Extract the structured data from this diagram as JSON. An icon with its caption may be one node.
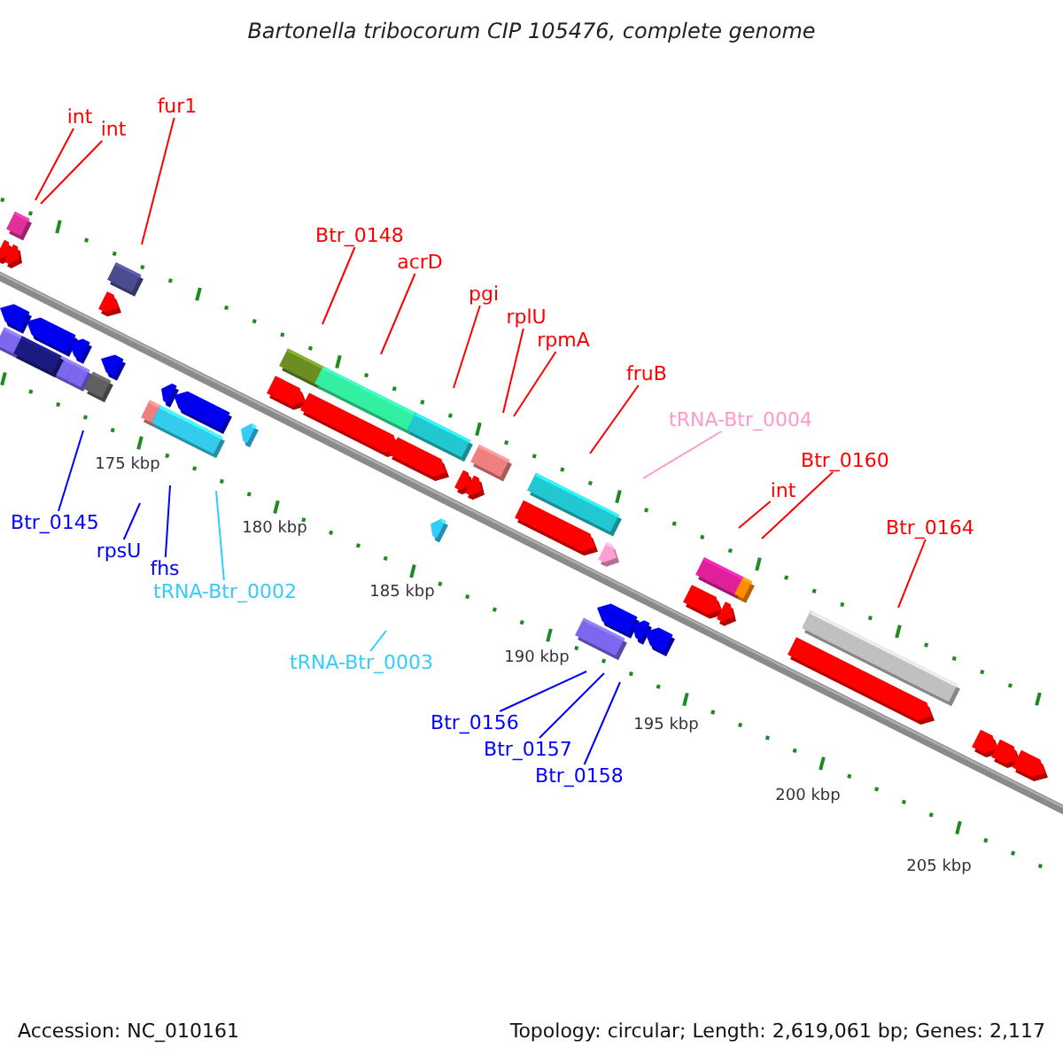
{
  "diagram": {
    "title": "Bartonella tribocorum CIP 105476, complete genome",
    "nodes": [
      {
        "text": [
          "int"
        ]
      },
      {
        "text": [
          "int"
        ]
      },
      {
        "text": [
          "fur1"
        ]
      },
      {
        "text": [
          "Btr_0148"
        ]
      },
      {
        "text": [
          "acrD"
        ]
      },
      {
        "text": [
          "pgi"
        ]
      },
      {
        "text": [
          "rplU"
        ]
      },
      {
        "text": [
          "rpmA"
        ]
      },
      {
        "text": [
          "fruB"
        ]
      },
      {
        "text": [
          "tRNA-Btr_0004"
        ]
      },
      {
        "text": [
          "int"
        ]
      },
      {
        "text": [
          "Btr_0160"
        ]
      },
      {
        "text": [
          "Btr_0164"
        ]
      },
      {
        "text": [
          "Btr_0145"
        ]
      },
      {
        "text": [
          "rpsU"
        ]
      },
      {
        "text": [
          "fhs"
        ]
      },
      {
        "text": [
          "tRNA-Btr_0002"
        ]
      },
      {
        "text": [
          "tRNA-Btr_0003"
        ]
      },
      {
        "text": [
          "Btr_0156"
        ]
      },
      {
        "text": [
          "Btr_0157"
        ]
      },
      {
        "text": [
          "Btr_0158"
        ]
      }
    ],
    "edges": [
      {
        "from": 0,
        "to": null,
        "arrow": "none"
      },
      {
        "from": 1,
        "to": null,
        "arrow": "none"
      },
      {
        "from": 2,
        "to": null,
        "arrow": "none"
      },
      {
        "from": 3,
        "to": null,
        "arrow": "none"
      },
      {
        "from": 4,
        "to": null,
        "arrow": "none"
      },
      {
        "from": 5,
        "to": null,
        "arrow": "none"
      },
      {
        "from": 6,
        "to": null,
        "arrow": "none"
      },
      {
        "from": 7,
        "to": null,
        "arrow": "none"
      },
      {
        "from": 8,
        "to": null,
        "arrow": "none"
      },
      {
        "from": 9,
        "to": null,
        "arrow": "none",
        "color": "#ff99cc"
      },
      {
        "from": 10,
        "to": null,
        "arrow": "none"
      },
      {
        "from": 11,
        "to": null,
        "arrow": "none"
      },
      {
        "from": 12,
        "to": null,
        "arrow": "none"
      },
      {
        "from": 13,
        "to": null,
        "arrow": "none",
        "color": "#0000ff"
      },
      {
        "from": 14,
        "to": null,
        "arrow": "none",
        "color": "#0000ff"
      },
      {
        "from": 15,
        "to": null,
        "arrow": "none",
        "color": "#0000ff"
      },
      {
        "from": 16,
        "to": null,
        "arrow": "none",
        "color": "#33ccff"
      },
      {
        "from": 17,
        "to": null,
        "arrow": "none",
        "color": "#33ccff"
      },
      {
        "from": 18,
        "to": null,
        "arrow": "none",
        "color": "#0000ff"
      },
      {
        "from": 19,
        "to": null,
        "arrow": "none",
        "color": "#0000ff"
      },
      {
        "from": 20,
        "to": null,
        "arrow": "none",
        "color": "#0000ff"
      }
    ],
    "labels": [
      "175 kbp",
      "180 kbp",
      "185 kbp",
      "190 kbp",
      "195 kbp",
      "200 kbp",
      "205 kbp",
      "Accession: NC_010161",
      "Topology: circular; Length: 2,619,061 bp; Genes: 2,117"
    ]
  }
}
